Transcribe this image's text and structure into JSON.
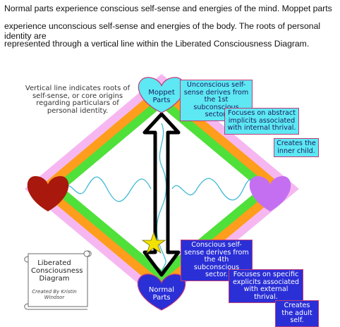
{
  "paragraphs": [
    "Normal parts experience conscious self-sense and energies of the mind. Moppet parts",
    "experience unconscious self-sense and energies of the body. The roots of personal identity are",
    "represented through a vertical line within the Liberated Consciousness Diagram."
  ],
  "diagram": {
    "note": "Vertical line indicates roots of self-sense, or core origins regarding particulars of personal identity.",
    "moppet_label": "Moppet Parts",
    "normal_label": "Normal Parts",
    "scroll_title": "Liberated Consciousness Diagram",
    "scroll_credit": "Created By Kristin Windsor",
    "top_boxes": [
      "Unconscious self-sense derives from the 1st subconscious sector.",
      "Focuses on abstract implicits associated with internal thrival.",
      "Creates the inner child."
    ],
    "bottom_boxes": [
      "Conscious self-sense derives from the 4th subconscious sector.",
      "Focuses on specific explicits associated with external thrival.",
      "Creates the adult self."
    ],
    "colors": {
      "outer_band": "#f6b7f0",
      "middle_band": "#ff9d1c",
      "inner_band": "#4fe03a",
      "top_heart": "#5de8f3",
      "bottom_heart": "#2a2fd6",
      "left_heart": "#a8180c",
      "right_heart": "#c46ff2",
      "star": "#f2e200"
    }
  }
}
